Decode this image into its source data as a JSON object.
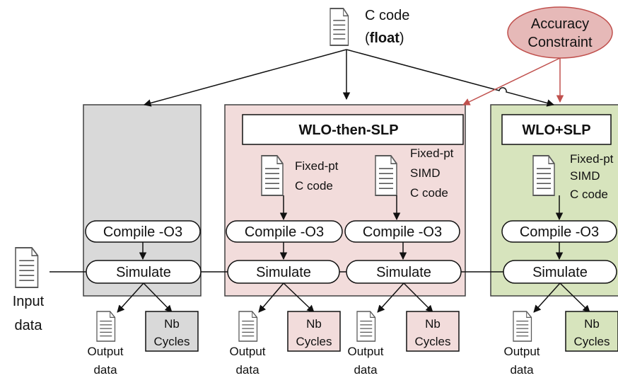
{
  "top": {
    "source_line1": "C code",
    "source_paren_open": "(",
    "source_bold": "float",
    "source_paren_close": ")",
    "constraint_line1": "Accuracy",
    "constraint_line2": "Constraint"
  },
  "input": {
    "line1": "Input",
    "line2": "data"
  },
  "blocks": {
    "baseline": {
      "compile": "Compile -O3",
      "simulate": "Simulate",
      "output_line1": "Output",
      "output_line2": "data",
      "nb_line1": "Nb",
      "nb_line2": "Cycles"
    },
    "wlo_then_slp": {
      "title": "WLO-then-SLP",
      "code_a": [
        "Fixed-pt",
        "C code"
      ],
      "code_b": [
        "Fixed-pt",
        "SIMD",
        "C code"
      ],
      "compile_a": "Compile -O3",
      "compile_b": "Compile -O3",
      "simulate_a": "Simulate",
      "simulate_b": "Simulate",
      "output_line1": "Output",
      "output_line2": "data",
      "nb_line1": "Nb",
      "nb_line2": "Cycles"
    },
    "wlo_slp": {
      "title": "WLO+SLP",
      "code": [
        "Fixed-pt",
        "SIMD",
        "C code"
      ],
      "compile": "Compile -O3",
      "simulate": "Simulate",
      "output_line1": "Output",
      "output_line2": "data",
      "nb_line1": "Nb",
      "nb_line2": "Cycles"
    }
  },
  "colors": {
    "baseline_fill": "#d9d9d9",
    "wlo_then_slp_fill": "#f2dcdb",
    "wlo_slp_fill": "#d7e4bd",
    "constraint_fill": "#e6b9b8",
    "constraint_stroke": "#c0504d",
    "red_arrow": "#c0504d"
  }
}
